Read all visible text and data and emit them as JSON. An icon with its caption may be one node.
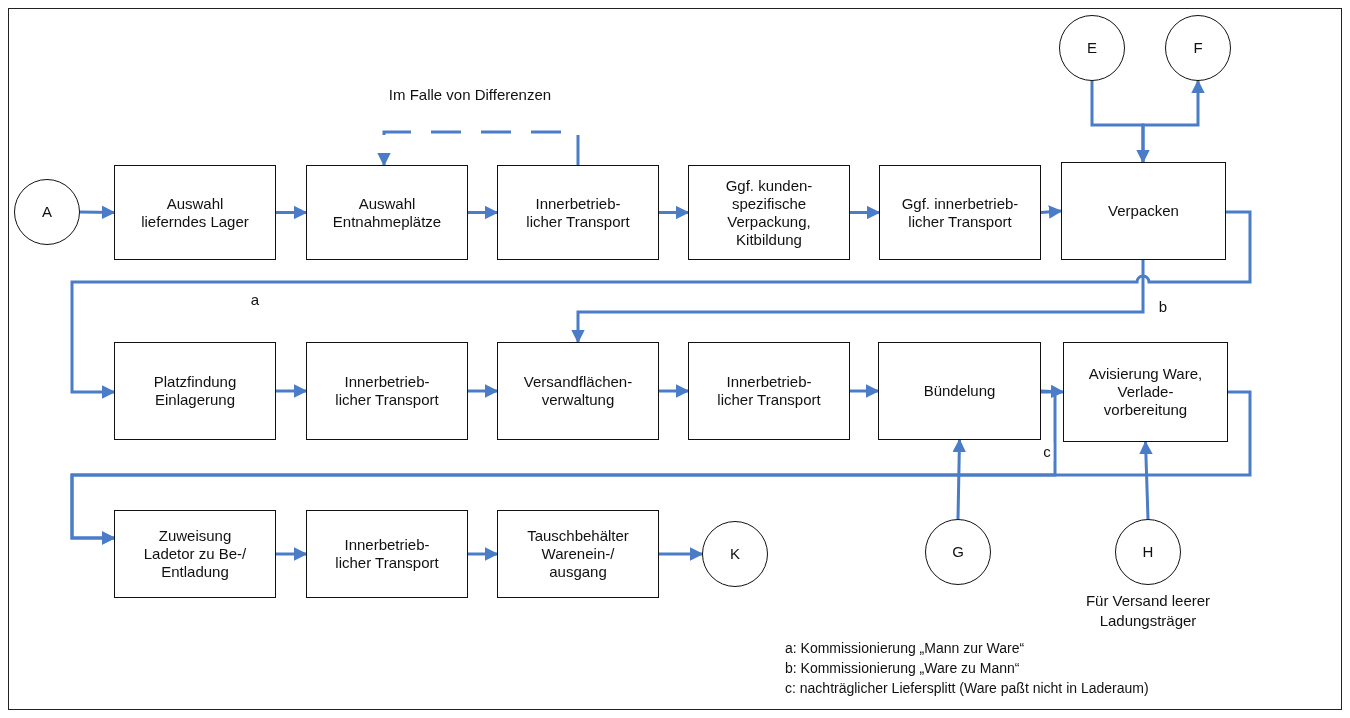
{
  "diagram": {
    "nodes": [
      {
        "text": [
          "A"
        ]
      },
      {
        "text": [
          "Auswahl lieferndes Lager"
        ]
      },
      {
        "text": [
          "Auswahl Entnahmeplätze"
        ]
      },
      {
        "text": [
          "Innerbetrieb- licher Transport"
        ]
      },
      {
        "text": [
          "Ggf. kunden- spezifische Verpackung, Kitbildung"
        ]
      },
      {
        "text": [
          "Ggf. innerbetrieb- licher Transport"
        ]
      },
      {
        "text": [
          "Verpacken"
        ]
      },
      {
        "text": [
          "E"
        ]
      },
      {
        "text": [
          "F"
        ]
      },
      {
        "text": [
          "Platzfindung Einlagerung"
        ]
      },
      {
        "text": [
          "Innerbetrieb- licher Transport"
        ]
      },
      {
        "text": [
          "Versandflächen- verwaltung"
        ]
      },
      {
        "text": [
          "Innerbetrieb- licher Transport"
        ]
      },
      {
        "text": [
          "Bündelung"
        ]
      },
      {
        "text": [
          "Avisierung Ware, Verlade- vorbereitung"
        ]
      },
      {
        "text": [
          "Zuweisung Ladetor zu Be-/ Entladung"
        ]
      },
      {
        "text": [
          "Innerbetrieb- licher Transport"
        ]
      },
      {
        "text": [
          "Tauschbehälter Warenein-/ ausgang"
        ]
      },
      {
        "text": [
          "K"
        ]
      },
      {
        "text": [
          "G"
        ]
      },
      {
        "text": [
          "H"
        ],
        "beside": [
          "Für Versand leerer Ladungsträger"
        ]
      }
    ],
    "edges": [
      {
        "from": 0,
        "to": 1,
        "arrow": "to"
      },
      {
        "from": 1,
        "to": 2,
        "arrow": "to"
      },
      {
        "from": 2,
        "to": 3,
        "arrow": "to"
      },
      {
        "from": 3,
        "to": 4,
        "arrow": "to"
      },
      {
        "from": 4,
        "to": 5,
        "arrow": "to"
      },
      {
        "from": 5,
        "to": 6,
        "arrow": "to"
      },
      {
        "from": 7,
        "to": 6,
        "arrow": "to"
      },
      {
        "from": 6,
        "to": 8,
        "arrow": "to"
      },
      {
        "from": 3,
        "to": 2,
        "arrow": "to",
        "style": "dashed",
        "label": "Im Falle von Differenzen"
      },
      {
        "from": 6,
        "to": 9,
        "arrow": "to",
        "label": "a"
      },
      {
        "from": 6,
        "to": 11,
        "arrow": "to",
        "label": "b"
      },
      {
        "from": 9,
        "to": 10,
        "arrow": "to"
      },
      {
        "from": 10,
        "to": 11,
        "arrow": "to"
      },
      {
        "from": 11,
        "to": 12,
        "arrow": "to"
      },
      {
        "from": 12,
        "to": 13,
        "arrow": "to"
      },
      {
        "from": 13,
        "to": 14,
        "arrow": "to"
      },
      {
        "from": 13,
        "to": 15,
        "arrow": "to",
        "label": "c"
      },
      {
        "from": 14,
        "to": 15,
        "arrow": "to"
      },
      {
        "from": 15,
        "to": 16,
        "arrow": "to"
      },
      {
        "from": 16,
        "to": 17,
        "arrow": "to"
      },
      {
        "from": 17,
        "to": 18,
        "arrow": "to"
      },
      {
        "from": 19,
        "to": 13,
        "arrow": "to"
      },
      {
        "from": 20,
        "to": 14,
        "arrow": "to"
      }
    ],
    "labels": [
      "a: Kommissionierung „Mann zur Ware“",
      "b: Kommissionierung „Ware zu Mann“",
      "c: nachträglicher Liefersplitt (Ware paßt nicht in Laderaum)"
    ]
  }
}
